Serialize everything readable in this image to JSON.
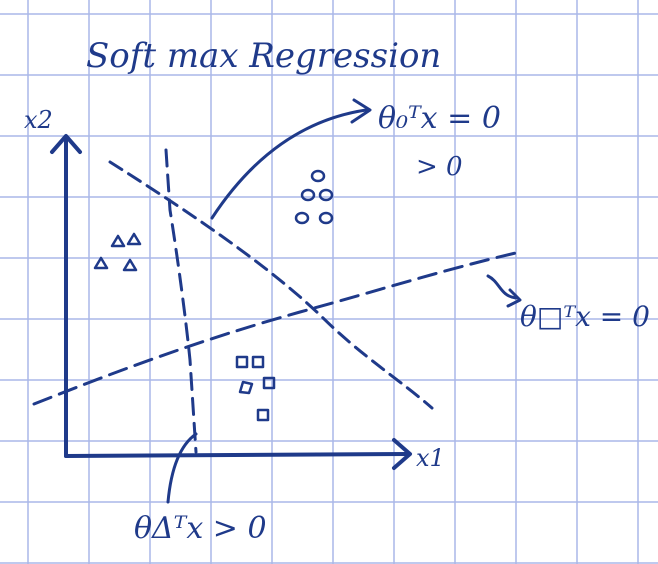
{
  "title": "Soft max Regression",
  "axes": {
    "x_label": "x1",
    "y_label": "x2"
  },
  "boundaries": [
    {
      "id": "circle",
      "label": "θ₀ᵀx = 0"
    },
    {
      "id": "square",
      "label": "θ□ᵀx = 0"
    },
    {
      "id": "triangle",
      "label": "θΔᵀx > 0"
    }
  ],
  "region_note": "> 0",
  "classes": [
    {
      "name": "triangle",
      "symbol": "Δ",
      "count": 4
    },
    {
      "name": "circle",
      "symbol": "o",
      "count": 5
    },
    {
      "name": "square",
      "symbol": "□",
      "count": 5
    }
  ],
  "colors": {
    "ink": "#1f3a8a",
    "grid": "#aab7e8",
    "background": "#ffffff"
  }
}
